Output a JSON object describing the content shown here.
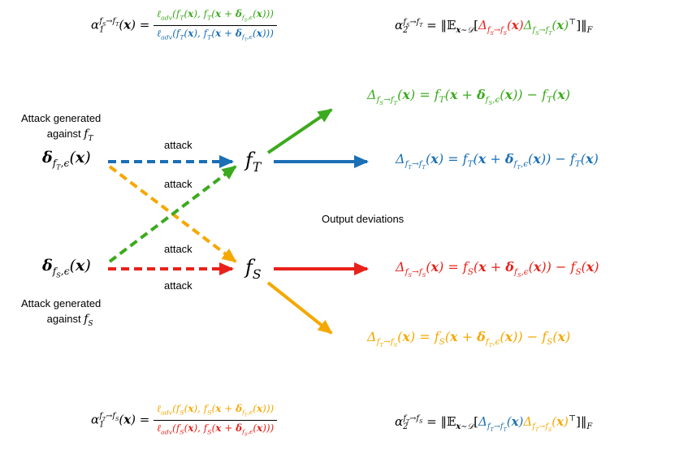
{
  "colors": {
    "green": "#3caa1e",
    "blue": "#1a6fb5",
    "red": "#e8221a",
    "orange": "#f5a800",
    "black": "#000000"
  },
  "labels": {
    "attack_target_line1": "Attack generated",
    "attack_target_line2": "against",
    "attack_source_line1": "Attack generated",
    "attack_source_line2": "against",
    "attack": "attack",
    "output_deviations": "Output deviations"
  },
  "nodes": {
    "f_T": "f",
    "f_T_sub": "T",
    "f_S": "f",
    "f_S_sub": "S"
  }
}
